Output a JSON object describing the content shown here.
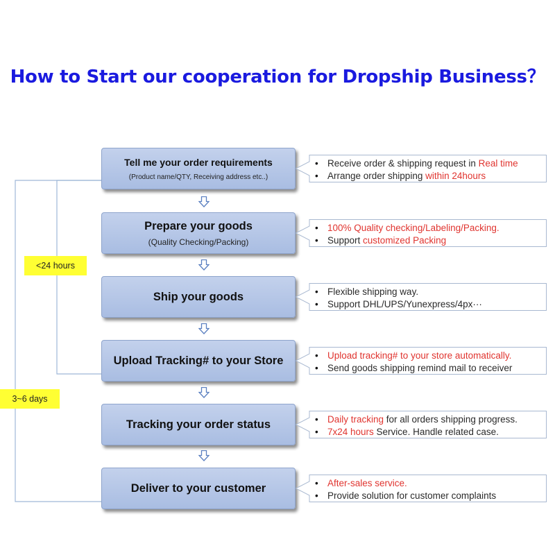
{
  "title": "How to Start our cooperation for Dropship Business？",
  "steps": [
    {
      "title": "Tell me your order requirements",
      "subtitle": "(Product name/QTY, Receiving address etc..)",
      "notes": [
        [
          {
            "t": "Receive order & shipping request in ",
            "c": "dark"
          },
          {
            "t": "Real time",
            "c": "red"
          }
        ],
        [
          {
            "t": "Arrange order shipping ",
            "c": "dark"
          },
          {
            "t": "within 24hours",
            "c": "red"
          }
        ]
      ]
    },
    {
      "title": "Prepare your goods",
      "subtitle": "(Quality Checking/Packing)",
      "notes": [
        [
          {
            "t": "100% Quality checking/Labeling/Packing.",
            "c": "red"
          }
        ],
        [
          {
            "t": "Support ",
            "c": "dark"
          },
          {
            "t": "customized Packing",
            "c": "red"
          }
        ]
      ]
    },
    {
      "title": "Ship your goods",
      "subtitle": "",
      "notes": [
        [
          {
            "t": "Flexible shipping way.",
            "c": "dark"
          }
        ],
        [
          {
            "t": "Support DHL/UPS/Yunexpress/4px···",
            "c": "dark"
          }
        ]
      ]
    },
    {
      "title": "Upload Tracking# to your Store",
      "subtitle": "",
      "notes": [
        [
          {
            "t": "Upload tracking# to your store automatically.",
            "c": "red"
          }
        ],
        [
          {
            "t": "Send goods shipping remind mail to receiver",
            "c": "dark"
          }
        ]
      ]
    },
    {
      "title": "Tracking your order status",
      "subtitle": "",
      "notes": [
        [
          {
            "t": "Daily tracking",
            "c": "red"
          },
          {
            "t": " for all orders shipping progress.",
            "c": "dark"
          }
        ],
        [
          {
            "t": "7x24 hours",
            "c": "red"
          },
          {
            "t": " Service. Handle related case.",
            "c": "dark"
          }
        ]
      ]
    },
    {
      "title": "Deliver to your customer",
      "subtitle": "",
      "notes": [
        [
          {
            "t": "After-sales service.",
            "c": "red"
          }
        ],
        [
          {
            "t": "Provide solution for customer complaints",
            "c": "dark"
          }
        ]
      ]
    }
  ],
  "time_labels": {
    "short": "<24 hours",
    "long": "3~6 days"
  },
  "colors": {
    "title": "#1a1adf",
    "box_fill": "#b4c6e7",
    "highlight": "#e0342f",
    "tag_bg": "#ffff33",
    "connector": "#9fb8d8"
  }
}
